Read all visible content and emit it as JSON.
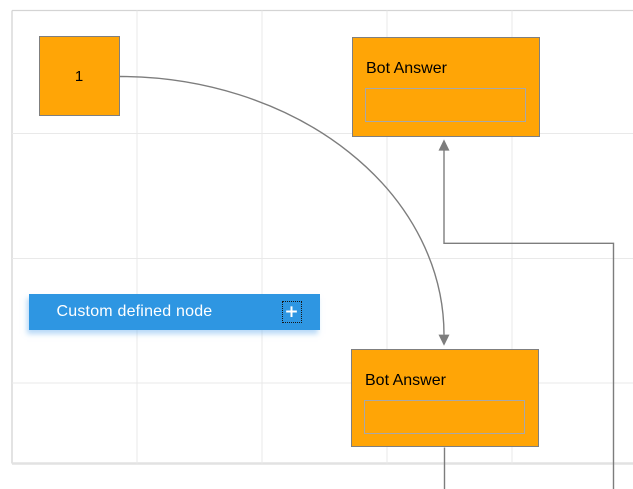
{
  "diagram": {
    "nodes": {
      "square": {
        "label": "1"
      },
      "bot_top": {
        "title": "Bot Answer",
        "input_value": ""
      },
      "bot_bottom": {
        "title": "Bot Answer",
        "input_value": ""
      },
      "custom": {
        "label": "Custom defined node",
        "plus_icon_glyph": "+"
      }
    },
    "connectors": [
      {
        "name": "curve-connector",
        "from": "square",
        "to": "bot_bottom",
        "style": "bezier",
        "arrow_end": "bot_bottom-top"
      },
      {
        "name": "orthogonal-connector",
        "from": "bot_bottom",
        "to": "bot_top",
        "style": "orthogonal",
        "arrow_end": "bot_top-bottom"
      }
    ]
  },
  "colors": {
    "node_fill": "#ffa506",
    "node_border": "#7f7f7f",
    "inner_box_border": "#a8a8a8",
    "connector": "#7d7d7d",
    "grid_line": "#e9e9e9",
    "page_border": "#d4d4d4",
    "page_border_bottom": "#e2e2e2",
    "custom_fill": "#2e96e2",
    "custom_text": "#ffffff",
    "label_text": "#000000",
    "canvas_bg": "#ffffff"
  }
}
